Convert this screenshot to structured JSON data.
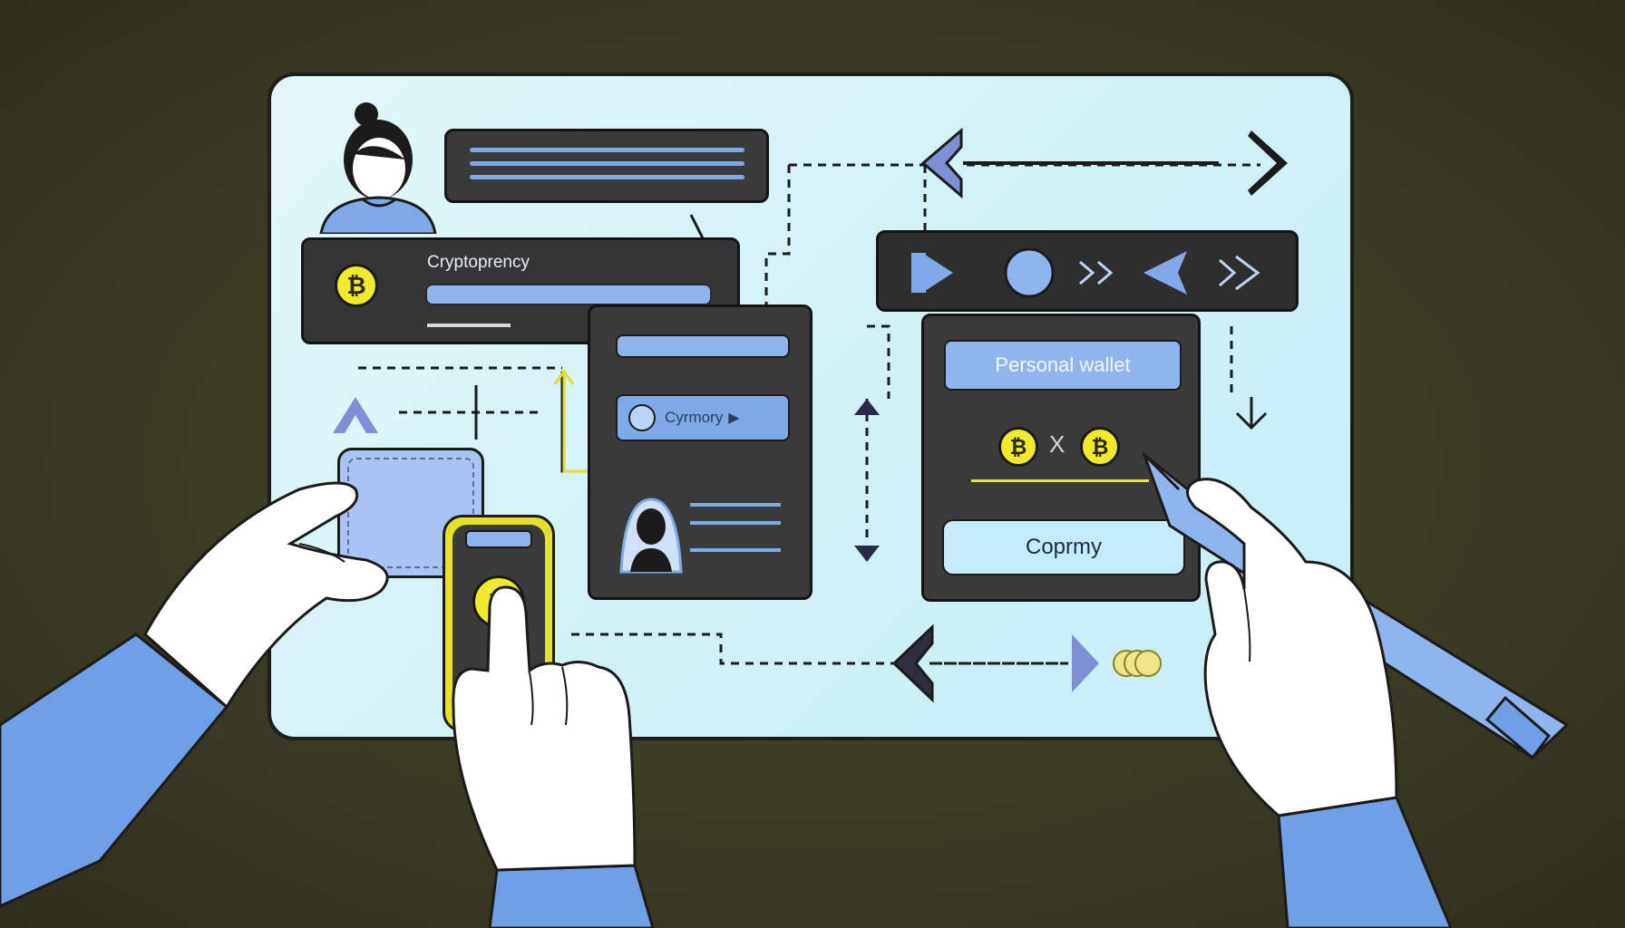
{
  "card": {
    "title": "Cryptoprency"
  },
  "middle_panel": {
    "chip_label": "Cyrmory"
  },
  "wallet_panel": {
    "title": "Personal wallet",
    "swap_symbol": "X",
    "button_label": "Coprmy"
  },
  "icons": {
    "coin": "bitcoin-coin-icon",
    "avatar": "person-avatar-icon",
    "arrows": "chevron-arrow-icon"
  },
  "colors": {
    "background": "#3a3a24",
    "board": "#d6f3f7",
    "panel": "#3a3a3a",
    "accent_blue": "#8fb5ef",
    "coin_yellow": "#f0ea2a",
    "phone_yellow": "#e6e02a"
  }
}
